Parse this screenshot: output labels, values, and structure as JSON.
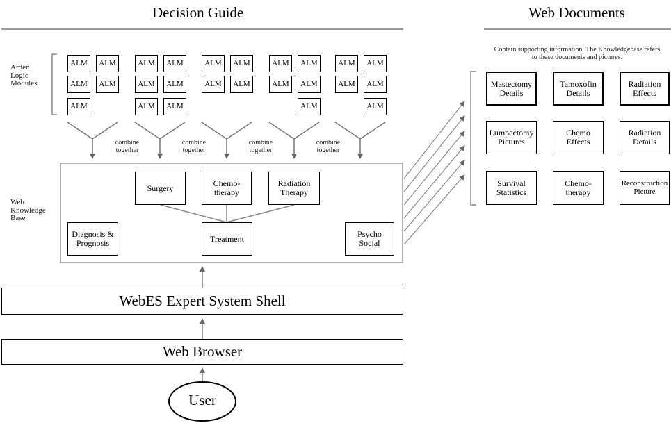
{
  "decision_guide": {
    "title": "Decision Guide",
    "arden_label": "Arden\nLogic\nModules",
    "alm_label": "ALM",
    "combine_label": "combine\ntogether",
    "web_kb_label": "Web\nKnowledge\nBase",
    "nodes": {
      "surgery": "Surgery",
      "chemotherapy": "Chemo-\ntherapy",
      "radiation": "Radiation\nTherapy",
      "diagnosis": "Diagnosis &\nPrognosis",
      "treatment": "Treatment",
      "psycho": "Psycho\nSocial"
    },
    "shell": "WebES Expert System Shell",
    "browser": "Web Browser",
    "user": "User"
  },
  "web_documents": {
    "title": "Web Documents",
    "note": "Contain supporting information. The Knowledgebase refers\nto these documents and pictures.",
    "docs": [
      "Mastectomy\nDetails",
      "Tamoxofin\nDetails",
      "Radiation\nEffects",
      "Lumpectomy\nPictures",
      "Chemo\nEffects",
      "Radiation\nDetails",
      "Survival\nStatistics",
      "Chemo-\ntherapy",
      "Reconstruction Picture"
    ]
  }
}
